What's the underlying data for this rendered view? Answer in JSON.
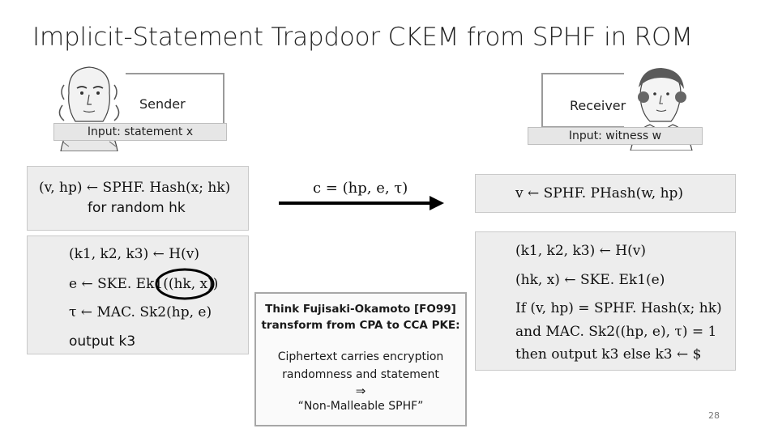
{
  "title": "Implicit-Statement Trapdoor CKEM from SPHF in ROM",
  "sender": {
    "label": "Sender",
    "input": "Input: statement x",
    "box1": [
      "(v, hp) ← SPHF. Hash(x; hk)",
      "for random hk"
    ],
    "box2": [
      "(k1, k2, k3) ← H(v)",
      "e ← SKE. Ek1((hk, x))",
      "τ ← MAC. Sk2(hp, e)",
      "output k3"
    ]
  },
  "receiver": {
    "label": "Receiver",
    "input": "Input: witness w",
    "box1": [
      "v ← SPHF. PHash(w, hp)"
    ],
    "box2": [
      "(k1, k2, k3) ← H(v)",
      "(hk, x) ← SKE. Ek1(e)",
      "If (v, hp) = SPHF. Hash(x; hk)",
      "and MAC. Sk2((hp, e), τ) = 1",
      "then output k3 else k3 ← $"
    ]
  },
  "message": "c = (hp, e, τ)",
  "note": {
    "bold": "Think Fujisaki-Okamoto [FO99] transform from CPA to CCA PKE:",
    "line1": "Ciphertext carries encryption randomness and statement",
    "arrow": "⇒",
    "line2": "“Non-Malleable SPHF”"
  },
  "page_number": "28"
}
